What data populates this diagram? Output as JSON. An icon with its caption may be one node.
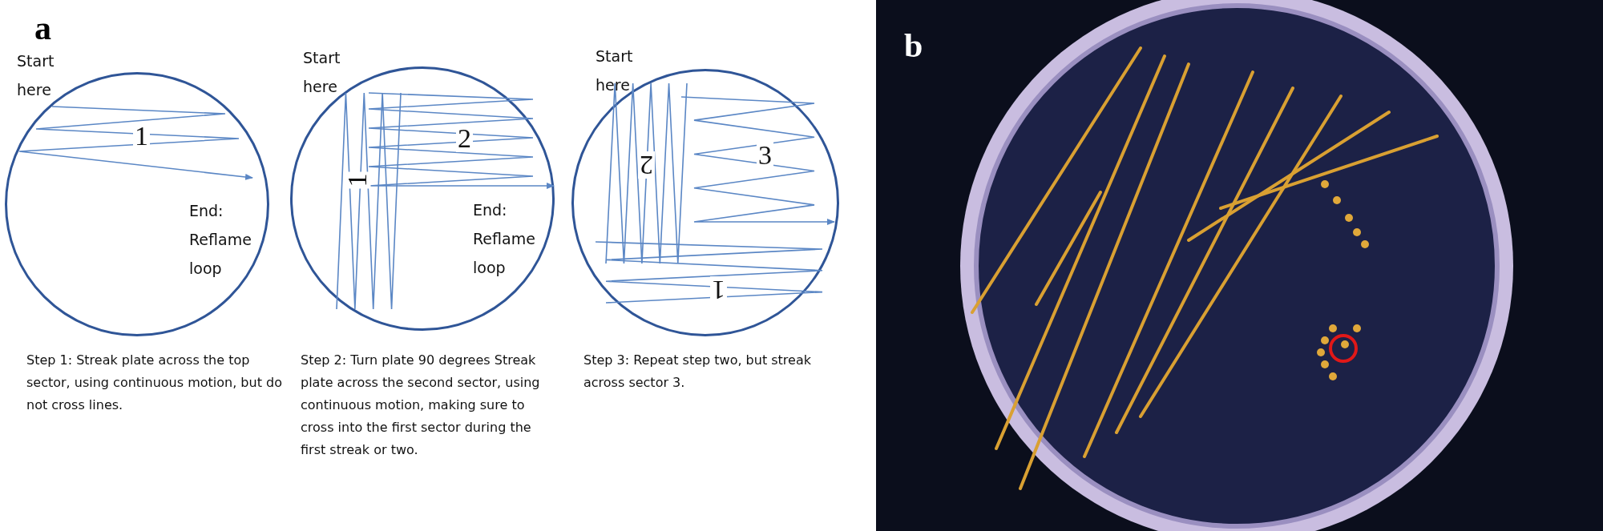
{
  "diagram": {
    "nodes": [
      {
        "text": [
          "Start here",
          "1",
          "End: Reflame loop"
        ],
        "beside": [
          "Step 1: Streak plate across the top sector, using continuous motion, but do not cross lines."
        ]
      },
      {
        "text": [
          "Start here",
          "1",
          "2",
          "End: Reflame loop"
        ],
        "beside": [
          "Step 2: Turn plate 90  degrees Streak plate across the second sector, using continuous motion, making sure to cross into the first sector during the first streak or two."
        ]
      },
      {
        "text": [
          "Start here",
          "2",
          "3",
          "1"
        ],
        "beside": [
          "Step 3: Repeat step two, but streak across sector 3."
        ]
      },
      {
        "text": [],
        "shape": "picture"
      },
      {
        "text": [],
        "shape": "circle",
        "in": 3
      }
    ],
    "labels": [
      "a",
      "b"
    ]
  }
}
